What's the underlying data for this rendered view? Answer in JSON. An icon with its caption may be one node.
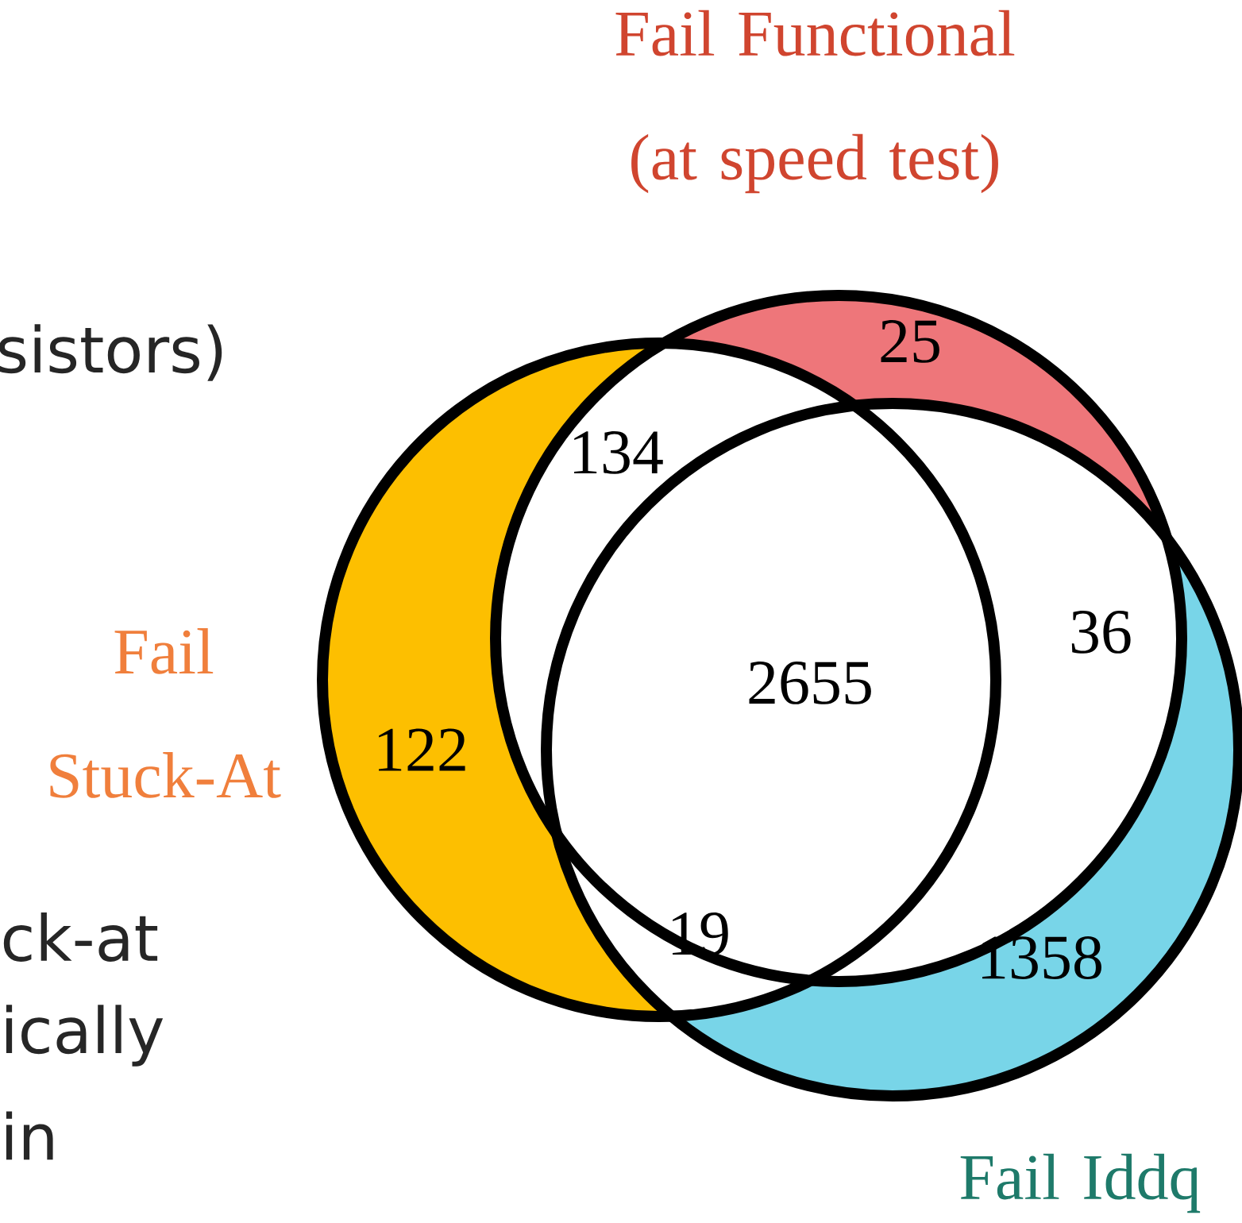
{
  "diagram": {
    "nodes": [
      {
        "text": [
          "Fail Functional (at speed test)"
        ]
      },
      {
        "text": [
          "Fail Stuck-At"
        ]
      },
      {
        "text": [
          "Fail Iddq"
        ]
      }
    ],
    "labels": [
      "sistors)",
      "25",
      "134",
      "36",
      "2655",
      "122",
      "ck-at",
      "19",
      "1358",
      "ically",
      "in"
    ]
  }
}
